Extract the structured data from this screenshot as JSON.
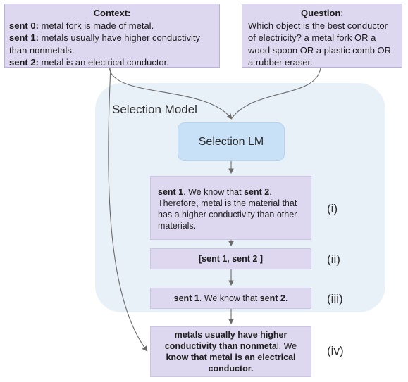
{
  "context": {
    "title": "Context:",
    "sentences": [
      {
        "label": "sent 0:",
        "text": " metal fork is made of metal."
      },
      {
        "label": "sent 1:",
        "text": " metals usually have higher conductivity than nonmetals."
      },
      {
        "label": "sent 2:",
        "text": " metal is an electrical conductor."
      }
    ]
  },
  "question": {
    "title": "Question",
    "colon": ":",
    "text": "Which object is the best conductor of electricity? a metal fork OR a wood spoon OR a plastic comb OR a rubber eraser."
  },
  "selection_model": {
    "label": "Selection Model",
    "lm_label": "Selection LM"
  },
  "steps": [
    {
      "roman": "(i)",
      "parts": {
        "a": "sent 1",
        "b": ". We know that ",
        "c": "sent 2",
        "d": ". Therefore, metal is the material that has a higher conductivity than other materials."
      }
    },
    {
      "roman": "(ii)",
      "text": "[sent 1, sent 2 ]"
    },
    {
      "roman": "(iii)",
      "parts": {
        "a": "sent 1",
        "b": ". We know that ",
        "c": "sent 2",
        "d": "."
      }
    },
    {
      "roman": "(iv)",
      "parts": {
        "a": "metals usually have higher conductivity than nonmeta",
        "b": "l. We ",
        "c": "know that metal is an electrical conductor."
      }
    }
  ],
  "colors": {
    "panel": "#e8f0f8",
    "box_fill": "#ddd8ef",
    "lm_fill": "#c9e1f7",
    "line": "#6a6a6a"
  }
}
